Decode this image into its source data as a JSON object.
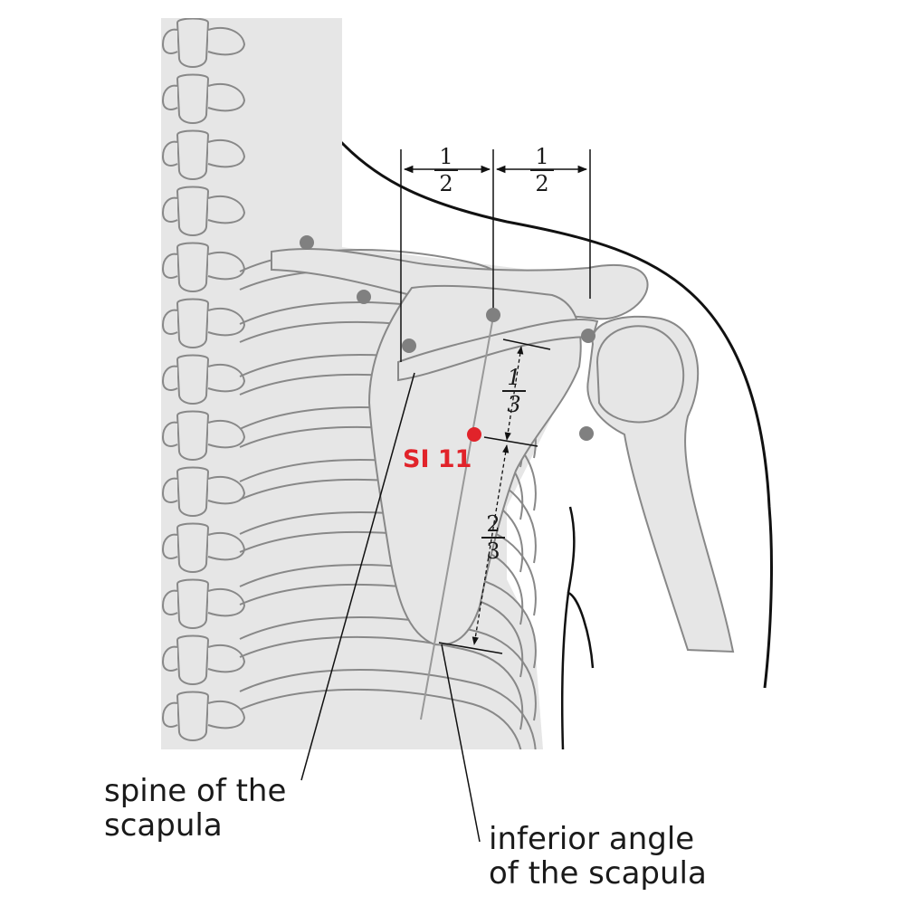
{
  "diagram": {
    "point": {
      "label": "SI 11",
      "color": "#e1232a"
    },
    "reference_point_color": "#808080",
    "bone_fill": "#e6e6e6",
    "bone_stroke": "#888888",
    "labels": {
      "spine_line1": "spine of the",
      "spine_line2": "scapula",
      "angle_line1": "inferior angle",
      "angle_line2": "of the scapula"
    },
    "fractions": {
      "top_left": {
        "num": "1",
        "den": "2"
      },
      "top_right": {
        "num": "1",
        "den": "2"
      },
      "upper_segment": {
        "num": "1",
        "den": "3"
      },
      "lower_segment": {
        "num": "2",
        "den": "3"
      }
    }
  }
}
